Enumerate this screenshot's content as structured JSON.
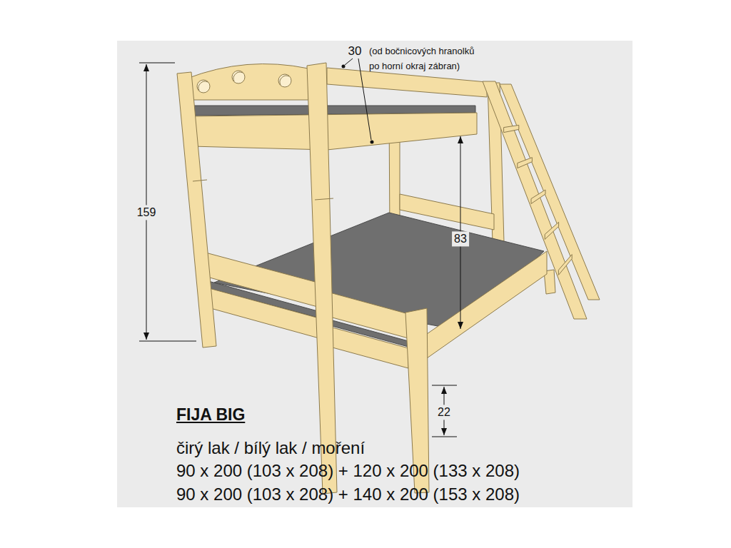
{
  "diagram": {
    "title": "FIJA BIG",
    "labels": [
      "30",
      "(od bočnicových hranolků po horní okraj zábran)",
      "159",
      "83",
      "22",
      "čirý lak / bílý lak / moření",
      "90 x 200 (103 x 208) + 120 x 200 (133 x 208)",
      "90 x 200 (103 x 208) + 140 x 200 (153 x 208)"
    ]
  }
}
